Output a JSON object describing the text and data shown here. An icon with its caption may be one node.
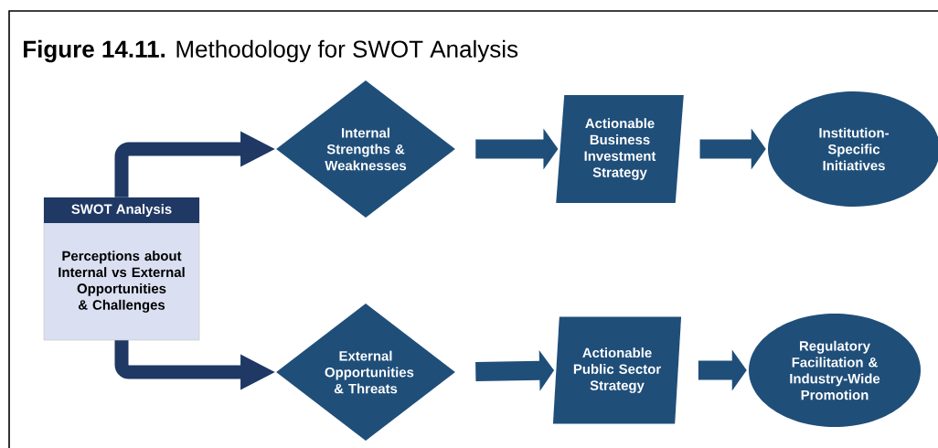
{
  "diagram": {
    "title": "**Figure 14.11.** Methodology for SWOT Analysis",
    "nodes": [
      {
        "text": [
          "SWOT Analysis",
          "Perceptions about Internal vs External Opportunities & Challenges"
        ]
      },
      {
        "text": [
          "Internal Strengths & Weaknesses"
        ]
      },
      {
        "text": [
          "External Opportunities & Threats"
        ]
      },
      {
        "text": [
          "Actionable Business Investment Strategy"
        ]
      },
      {
        "text": [
          "Actionable Public Sector Strategy"
        ]
      },
      {
        "text": [
          "Institution-Specific Initiatives"
        ]
      },
      {
        "text": [
          "Regulatory Facilitation & Industry-Wide Promotion"
        ]
      }
    ],
    "edges": [
      {
        "from": 0,
        "to": 1,
        "arrow": "to"
      },
      {
        "from": 0,
        "to": 2,
        "arrow": "to"
      },
      {
        "from": 1,
        "to": 3,
        "arrow": "to"
      },
      {
        "from": 3,
        "to": 5,
        "arrow": "to"
      },
      {
        "from": 2,
        "to": 4,
        "arrow": "to"
      },
      {
        "from": 4,
        "to": 6,
        "arrow": "to"
      }
    ]
  }
}
